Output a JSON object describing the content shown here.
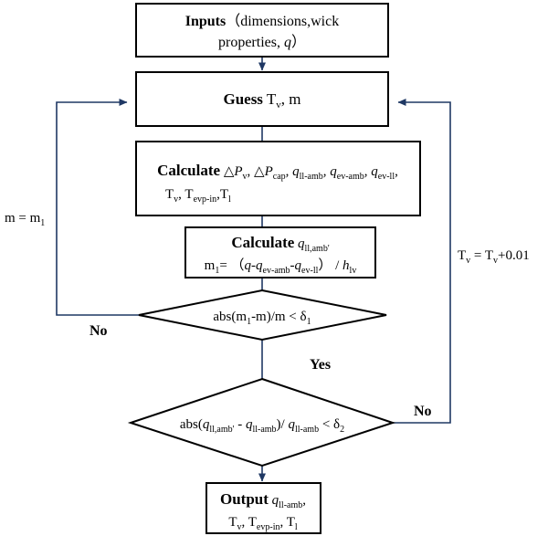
{
  "inputs_box": {
    "bold": "Inputs",
    "line1_rest": "（dimensions,wick",
    "line2_prefix": "properties, ",
    "line2_q": "q",
    "line2_suffix": "）"
  },
  "guess_box": {
    "bold": "Guess",
    "Tv_T": "T",
    "Tv_sub": "v",
    "rest": ", m"
  },
  "calc1_box": {
    "bold": "Calculate",
    "delta": "△",
    "P": "P",
    "Pv_sub": "v",
    "Pcap_sub": "cap",
    "q": "q",
    "q1_sub": "ll-amb",
    "q2_sub": "ev-amb",
    "q3_sub": "ev-ll",
    "sep": ", ",
    "sep_end": ",",
    "T": "T",
    "T1_sub": "v",
    "T2_sub": "evp-in",
    "T3_sub": "l"
  },
  "calc2_box": {
    "bold": "Calculate",
    "q": "q",
    "q_sub": "ll,amb'",
    "m1_m": "m",
    "m1_sub": "1",
    "eq_open": "= （",
    "minus": "-",
    "q_ev_amb_sub": "ev-amb",
    "q_ev_ll_sub": "ev-ll",
    "close_div": "） / ",
    "h": "h",
    "h_sub": "lv"
  },
  "decision1": {
    "prefix": "abs(m",
    "sub1": "1",
    "middle": "-m)/m < δ",
    "sub2": "1"
  },
  "decision2": {
    "open": "abs(",
    "q": "q",
    "sub_a": "ll,amb'",
    "minus": " - ",
    "sub_b": "ll-amb",
    "div": ")/ ",
    "sub_c": "ll-amb",
    "lt": " < ",
    "delta": "δ",
    "delta_sub": "2"
  },
  "output_box": {
    "bold": "Output",
    "q": "q",
    "q_sub": "ll-amb",
    "comma": ",",
    "T": "T",
    "T1_sub": "v",
    "T2_sub": "evp-in",
    "T3_sub": "l",
    "sep": ", "
  },
  "labels": {
    "no_left": "No",
    "yes": "Yes",
    "no_right": "No",
    "m_update_lhs": "m = m",
    "m_update_sub": "1",
    "tv_update_T": "T",
    "tv_update_sub": "v",
    "tv_update_mid": " = T",
    "tv_update_sub2": "v",
    "tv_update_tail": "+0.01"
  },
  "colors": {
    "flow_line": "#1f3864",
    "box_border": "#000000"
  }
}
